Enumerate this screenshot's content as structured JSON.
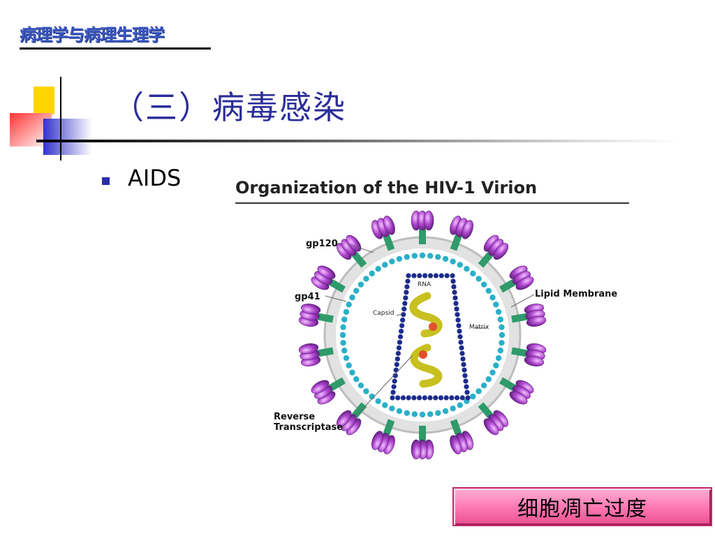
{
  "header": {
    "course_title": "病理学与病理生理学"
  },
  "slide": {
    "title": "（三）病毒感染"
  },
  "bullets": [
    {
      "text": "AIDS"
    }
  ],
  "figure": {
    "title": "Organization of the HIV-1 Virion",
    "labels": {
      "gp120": "gp120",
      "gp41": "gp41",
      "lipid_membrane": "Lipid Membrane",
      "reverse_transcriptase_line1": "Reverse",
      "reverse_transcriptase_line2": "Transcriptase",
      "rna": "RNA",
      "capsid": "Capsid",
      "matrix": "Matrix"
    }
  },
  "nav_button": {
    "label": "细胞凋亡过度"
  },
  "colors": {
    "title_blue": "#2b2d99",
    "header_blue": "#3a58c4",
    "button_pink": "#ff7ab4",
    "deco_yellow": "#ffd400",
    "deco_blue": "#3333cc",
    "deco_red": "#ff3333",
    "glycoprotein_purple": "#a03cbd",
    "stem_green": "#2f9a6a",
    "matrix_cyan": "#2ab0c8",
    "capsid_navy": "#1c2c8c",
    "rna_yellow": "#c8c020"
  }
}
